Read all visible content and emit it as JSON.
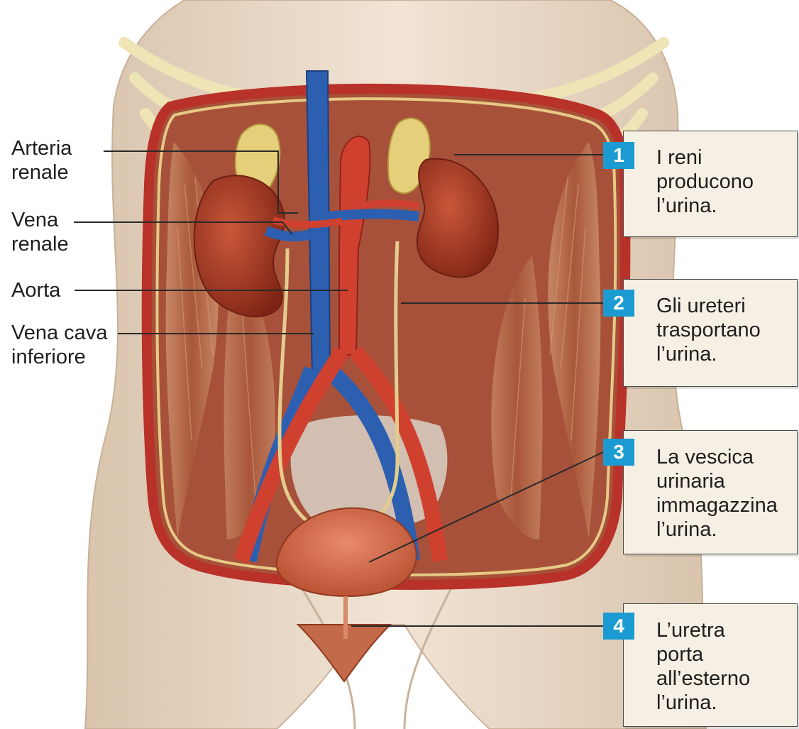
{
  "left_labels": [
    {
      "line1": "Arteria",
      "line2": "renale"
    },
    {
      "line1": "Vena",
      "line2": "renale"
    },
    {
      "line1": "Aorta",
      "line2": ""
    },
    {
      "line1": "Vena cava",
      "line2": "inferiore"
    }
  ],
  "callouts": [
    {
      "number": "1",
      "lines": [
        "I reni",
        "producono",
        "l’urina."
      ]
    },
    {
      "number": "2",
      "lines": [
        "Gli ureteri",
        "trasportano",
        "l’urina."
      ]
    },
    {
      "number": "3",
      "lines": [
        "La vescica",
        "urinaria",
        "immagazzina",
        "l’urina."
      ]
    },
    {
      "number": "4",
      "lines": [
        "L’uretra",
        "porta",
        "all’esterno",
        "l’urina."
      ]
    }
  ],
  "colors": {
    "badge": "#1b9bd1",
    "box_fill": "#f6efe3",
    "artery": "#d0402f",
    "vein": "#2d5fb0",
    "kidney": "#a4331f",
    "muscle": "#b86a4a",
    "skin": "#ecdccb",
    "ureter": "#e3cd8d"
  }
}
